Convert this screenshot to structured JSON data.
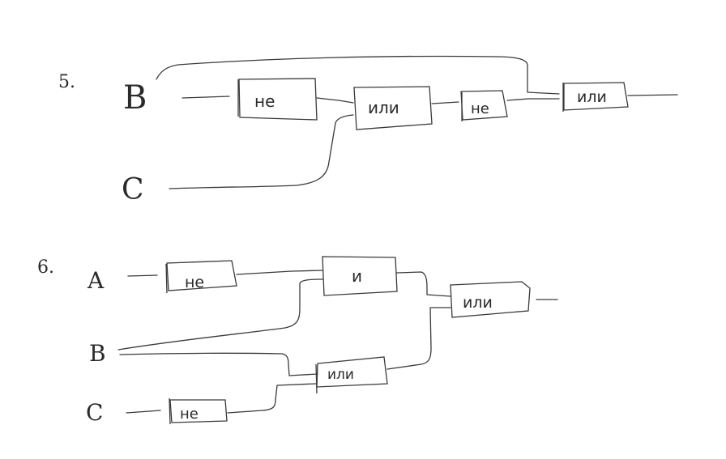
{
  "diagrams": [
    {
      "number": "5.",
      "inputs": [
        {
          "label": "B"
        },
        {
          "label": "C"
        }
      ],
      "gates": [
        {
          "id": "g5_not1",
          "label": "не"
        },
        {
          "id": "g5_or1",
          "label": "или"
        },
        {
          "id": "g5_not2",
          "label": "не"
        },
        {
          "id": "g5_or2",
          "label": "или"
        }
      ]
    },
    {
      "number": "6.",
      "inputs": [
        {
          "label": "A"
        },
        {
          "label": "B"
        },
        {
          "label": "C"
        }
      ],
      "gates": [
        {
          "id": "g6_not_a",
          "label": "не"
        },
        {
          "id": "g6_and",
          "label": "и"
        },
        {
          "id": "g6_or_top",
          "label": "или"
        },
        {
          "id": "g6_or_mid",
          "label": "или"
        },
        {
          "id": "g6_not_c",
          "label": "не"
        }
      ]
    }
  ]
}
